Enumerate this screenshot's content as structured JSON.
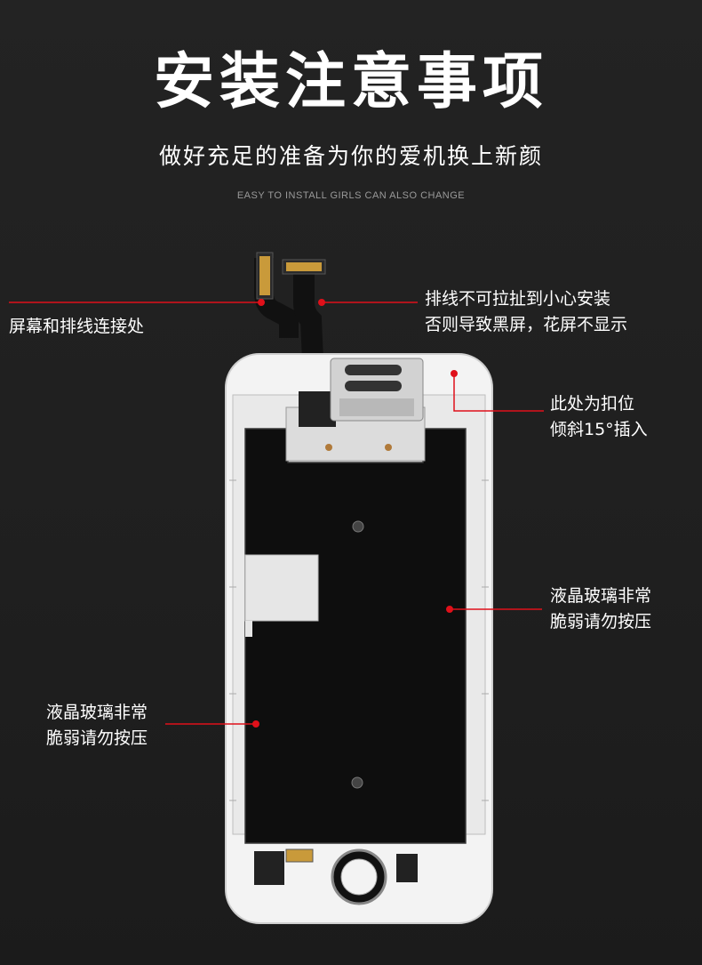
{
  "header": {
    "title": "安装注意事项",
    "subtitle": "做好充足的准备为你的爱机换上新颜",
    "tagline": "EASY TO INSTALL GIRLS CAN ALSO CHANGE"
  },
  "callouts": {
    "flex_connection": "屏幕和排线连接处",
    "flex_cable": {
      "line1": "排线不可拉扯到小心安装",
      "line2": "否则导致黑屏，花屏不显示"
    },
    "clip_position": {
      "line1": "此处为扣位",
      "line2": "倾斜15°插入"
    },
    "lcd_right": {
      "line1": "液晶玻璃非常",
      "line2": "脆弱请勿按压"
    },
    "lcd_left": {
      "line1": "液晶玻璃非常",
      "line2": "脆弱请勿按压"
    }
  },
  "colors": {
    "accent": "#e0101a",
    "background": "#222222",
    "frame": "#f2f2f2",
    "panel": "#0d0d0d"
  }
}
